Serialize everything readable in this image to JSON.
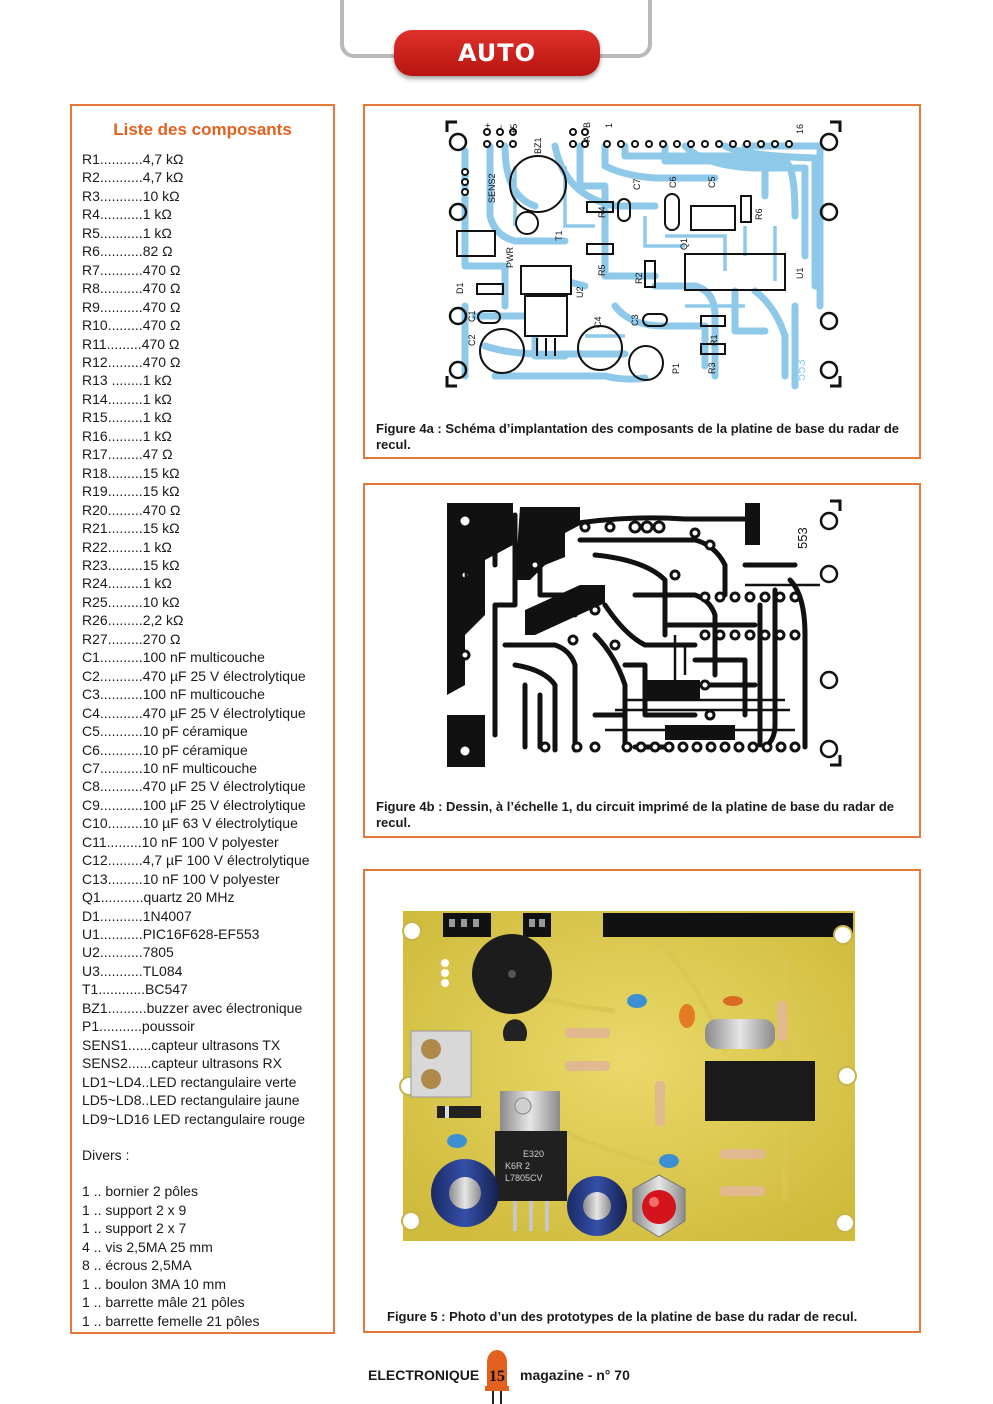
{
  "header": {
    "section": "AUTO"
  },
  "components": {
    "title": "Liste des composants",
    "items": [
      {
        "ref": "R1",
        "dots": "...........",
        "value": "4,7 kΩ"
      },
      {
        "ref": "R2",
        "dots": "...........",
        "value": "4,7 kΩ"
      },
      {
        "ref": "R3",
        "dots": "...........",
        "value": "10 kΩ"
      },
      {
        "ref": "R4",
        "dots": "...........",
        "value": "1 kΩ"
      },
      {
        "ref": "R5",
        "dots": "...........",
        "value": "1 kΩ"
      },
      {
        "ref": "R6",
        "dots": "...........",
        "value": "82 Ω"
      },
      {
        "ref": "R7",
        "dots": "...........",
        "value": "470 Ω"
      },
      {
        "ref": "R8",
        "dots": "...........",
        "value": "470 Ω"
      },
      {
        "ref": "R9",
        "dots": "...........",
        "value": "470 Ω"
      },
      {
        "ref": "R10",
        "dots": ".........",
        "value": "470 Ω"
      },
      {
        "ref": "R11",
        "dots": ".........",
        "value": "470 Ω"
      },
      {
        "ref": "R12",
        "dots": ".........",
        "value": "470 Ω"
      },
      {
        "ref": "R13",
        "dots": " ........",
        "value": "1 kΩ"
      },
      {
        "ref": "R14",
        "dots": ".........",
        "value": "1 kΩ"
      },
      {
        "ref": "R15",
        "dots": ".........",
        "value": "1 kΩ"
      },
      {
        "ref": "R16",
        "dots": ".........",
        "value": "1 kΩ"
      },
      {
        "ref": "R17",
        "dots": ".........",
        "value": "47 Ω"
      },
      {
        "ref": "R18",
        "dots": ".........",
        "value": "15 kΩ"
      },
      {
        "ref": "R19",
        "dots": ".........",
        "value": "15 kΩ"
      },
      {
        "ref": "R20",
        "dots": ".........",
        "value": "470 Ω"
      },
      {
        "ref": "R21",
        "dots": ".........",
        "value": "15 kΩ"
      },
      {
        "ref": "R22",
        "dots": ".........",
        "value": "1 kΩ"
      },
      {
        "ref": "R23",
        "dots": ".........",
        "value": "15 kΩ"
      },
      {
        "ref": "R24",
        "dots": ".........",
        "value": "1 kΩ"
      },
      {
        "ref": "R25",
        "dots": ".........",
        "value": "10 kΩ"
      },
      {
        "ref": "R26",
        "dots": ".........",
        "value": "2,2 kΩ"
      },
      {
        "ref": "R27",
        "dots": ".........",
        "value": "270 Ω"
      },
      {
        "ref": "C1",
        "dots": "...........",
        "value": "100 nF multicouche"
      },
      {
        "ref": "C2",
        "dots": "...........",
        "value": "470 µF 25 V électrolytique"
      },
      {
        "ref": "C3",
        "dots": "...........",
        "value": "100 nF multicouche"
      },
      {
        "ref": "C4",
        "dots": "...........",
        "value": "470 µF 25 V électrolytique"
      },
      {
        "ref": "C5",
        "dots": "...........",
        "value": "10 pF céramique"
      },
      {
        "ref": "C6",
        "dots": "...........",
        "value": "10 pF céramique"
      },
      {
        "ref": "C7",
        "dots": "...........",
        "value": "10 nF multicouche"
      },
      {
        "ref": "C8",
        "dots": "...........",
        "value": "470 µF 25 V électrolytique"
      },
      {
        "ref": "C9",
        "dots": "...........",
        "value": "100 µF 25 V électrolytique"
      },
      {
        "ref": "C10",
        "dots": ".........",
        "value": "10 µF 63 V électrolytique"
      },
      {
        "ref": "C11",
        "dots": ".........",
        "value": "10 nF 100 V polyester"
      },
      {
        "ref": "C12",
        "dots": ".........",
        "value": "4,7 µF 100 V électrolytique"
      },
      {
        "ref": "C13",
        "dots": ".........",
        "value": "10 nF 100 V polyester"
      },
      {
        "ref": "Q1",
        "dots": "...........",
        "value": "quartz 20 MHz"
      },
      {
        "ref": "D1",
        "dots": "...........",
        "value": "1N4007"
      },
      {
        "ref": "U1",
        "dots": "...........",
        "value": "PIC16F628-EF553"
      },
      {
        "ref": "U2",
        "dots": "...........",
        "value": "7805"
      },
      {
        "ref": "U3",
        "dots": "...........",
        "value": "TL084"
      },
      {
        "ref": "T1",
        "dots": "............",
        "value": "BC547"
      },
      {
        "ref": "BZ1",
        "dots": "..........",
        "value": "buzzer avec électronique"
      },
      {
        "ref": "P1",
        "dots": "...........",
        "value": "poussoir"
      },
      {
        "ref": "SENS1",
        "dots": "......",
        "value": "capteur ultrasons TX"
      },
      {
        "ref": "SENS2",
        "dots": "......",
        "value": "capteur ultrasons RX"
      },
      {
        "ref": "LD1~LD4",
        "dots": "..",
        "value": "LED rectangulaire verte"
      },
      {
        "ref": "LD5~LD8",
        "dots": "..",
        "value": "LED rectangulaire jaune"
      },
      {
        "ref": "LD9~LD16",
        "dots": " ",
        "value": "LED rectangulaire rouge"
      }
    ],
    "misc_title": "Divers :",
    "misc": [
      {
        "qty": "1",
        "dots": "..",
        "item": "bornier 2 pôles"
      },
      {
        "qty": "1",
        "dots": "..",
        "item": "support 2 x 9"
      },
      {
        "qty": "1",
        "dots": "..",
        "item": "support 2 x 7"
      },
      {
        "qty": "4",
        "dots": "..",
        "item": "vis 2,5MA 25 mm"
      },
      {
        "qty": "8",
        "dots": "..",
        "item": "écrous 2,5MA"
      },
      {
        "qty": "1",
        "dots": "..",
        "item": "boulon 3MA 10 mm"
      },
      {
        "qty": "1",
        "dots": "..",
        "item": "barrette mâle 21 pôles"
      },
      {
        "qty": "1",
        "dots": "..",
        "item": "barrette femelle 21 pôles"
      }
    ]
  },
  "figures": {
    "fig4a": {
      "caption": "Figure 4a : Schéma d’implantation des composants de la platine de base du radar de recul.",
      "labels": {
        "bz1": "BZ1",
        "sens2": "SENS2",
        "pwr": "PWR",
        "t1": "T1",
        "d1": "D1",
        "u2": "U2",
        "c1": "C1",
        "c2": "C2",
        "c3": "C3",
        "c4": "C4",
        "c5": "C5",
        "c6": "C6",
        "c7": "C7",
        "r1": "R1",
        "r2": "R2",
        "r3": "R3",
        "r4": "R4",
        "r5": "R5",
        "r6": "R6",
        "q1": "Q1",
        "u1": "U1",
        "p1": "P1",
        "pin1": "1",
        "pin16": "16",
        "pa": "A",
        "pb": "B",
        "plus5": "+5",
        "minus": "−",
        "plus": "+",
        "code": "553"
      }
    },
    "fig4b": {
      "caption": "Figure 4b : Dessin, à l’échelle 1, du circuit imprimé de la platine de base du radar de recul.",
      "code": "553"
    },
    "fig5": {
      "caption": "Figure 5 : Photo d’un des prototypes de la platine de base du radar de recul.",
      "regulator_marks": {
        "line1": "E320",
        "line2": "K6R 2",
        "line3": "L7805CV"
      }
    }
  },
  "footer": {
    "magazine": "ELECTRONIQUE",
    "page": "15",
    "issue": "magazine - n° 70"
  }
}
